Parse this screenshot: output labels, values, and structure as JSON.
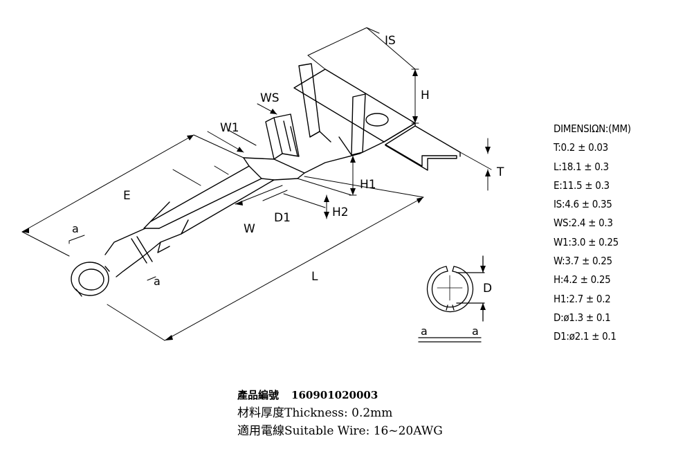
{
  "diagram": {
    "dimension_labels": {
      "IS": "IS",
      "H": "H",
      "WS": "WS",
      "W1": "W1",
      "T": "T",
      "E": "E",
      "H1": "H1",
      "H2": "H2",
      "D1": "D1",
      "W": "W",
      "L": "L",
      "D": "D",
      "a": "a"
    }
  },
  "dimensions": {
    "header": "DIMENSIΩN:(MM)",
    "rows": [
      "T:0.2 ± 0.03",
      "L:18.1 ± 0.3",
      "E:11.5 ± 0.3",
      "IS:4.6 ± 0.35",
      "WS:2.4 ± 0.3",
      "W1:3.0 ± 0.25",
      "W:3.7 ± 0.25",
      "H:4.2 ± 0.25",
      "H1:2.7 ± 0.2",
      "D:ø1.3 ± 0.1",
      "D1:ø2.1 ± 0.1"
    ]
  },
  "info": {
    "part_no_label": "產品編號",
    "part_no": "160901020003",
    "thickness": "材料厚度Thickness: 0.2mm",
    "wire": "適用電線Suitable  Wire: 16~20AWG"
  }
}
